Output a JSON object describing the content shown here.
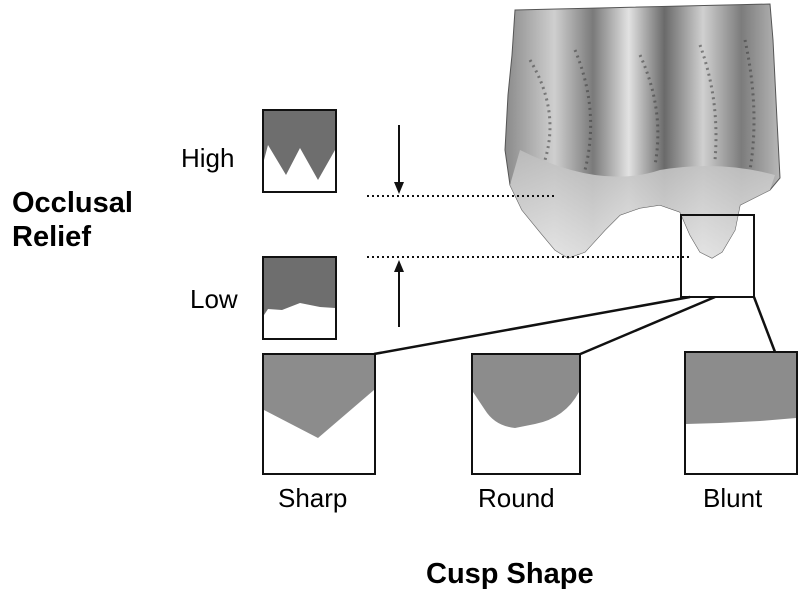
{
  "occlusal_relief": {
    "title_line1": "Occlusal",
    "title_line2": "Relief",
    "levels": [
      "High",
      "Low"
    ]
  },
  "cusp_shape": {
    "title": "Cusp Shape",
    "shapes": [
      "Sharp",
      "Round",
      "Blunt"
    ]
  },
  "colors": {
    "tooth_dark": "#6e6e6e",
    "tooth_mid": "#9a9a9a",
    "tooth_light": "#d8d8d8",
    "line": "#111111"
  }
}
